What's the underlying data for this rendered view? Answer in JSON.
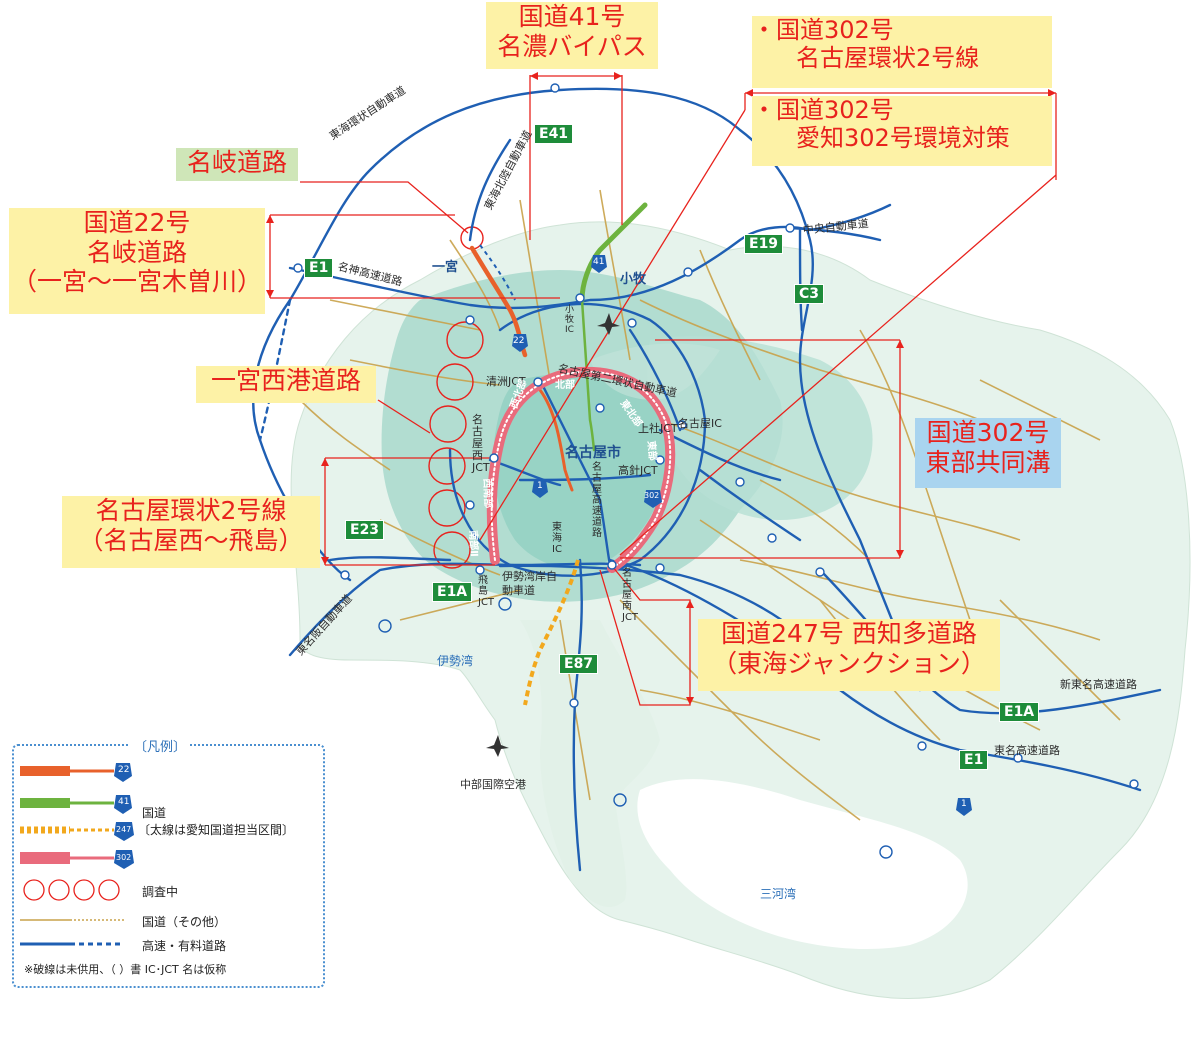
{
  "callouts": {
    "r41_line1": "国道41号",
    "r41_line2": "名濃バイパス",
    "r302_a_line1": "・国道302号",
    "r302_a_line2": "名古屋環状2号線",
    "r302_b_line1": "・国道302号",
    "r302_b_line2": "愛知302号環境対策",
    "meigi": "名岐道路",
    "r22_line1": "国道22号",
    "r22_line2": "名岐道路",
    "r22_line3": "（一宮〜一宮木曽川）",
    "ichinomiya_nishiko": "一宮西港道路",
    "r302_east_line1": "国道302号",
    "r302_east_line2": "東部共同溝",
    "loop2_line1": "名古屋環状2号線",
    "loop2_line2": "（名古屋西〜飛島）",
    "r247_line1": "国道247号  西知多道路",
    "r247_line2": "（東海ジャンクション）"
  },
  "road_tags": {
    "e41": "E41",
    "e19": "E19",
    "e1_west": "E1",
    "c3": "C3",
    "e23": "E23",
    "e1a_west": "E1A",
    "e87": "E87",
    "e1a_east": "E1A",
    "e1_east": "E1"
  },
  "map_labels": {
    "tokai_kanjo": "東海環状自動車道",
    "tokai_hokuriku": "東海北陸自動車道",
    "meishin": "名神高速道路",
    "ichinomiya": "一宮",
    "komaki": "小牧",
    "chuo": "中央自動車道",
    "komaki_ic": "小牧IC",
    "kiyosu_jct": "清洲JCT",
    "nagoya_daini": "名古屋第二環状自動車道",
    "nagoya_ic": "名古屋IC",
    "kamiyashiro_jct": "上社JCT",
    "takabari_jct": "高針JCT",
    "nagoya_city": "名古屋市",
    "nagoya_west_jct": "名古屋西JCT",
    "nagoya_kosoku": "名古屋高速道路",
    "tokai_ic": "東海IC",
    "ise_wangan": "伊勢湾岸自動車道",
    "tobishima_jct": "飛島JCT",
    "nagoya_minami_jct": "名古屋南JCT",
    "higashi_meihan": "東名阪自動車道",
    "ise_bay": "伊勢湾",
    "shin_tomei": "新東名高速道路",
    "tomei": "東名高速道路",
    "centrair": "中部国際空港",
    "mikawa_bay": "三河湾",
    "ring_north": "北部",
    "ring_northeast": "東北部",
    "ring_east": "東部",
    "ring_northwest": "西北部",
    "ring_southwest": "西南部",
    "ring_south": "南部Ⅱ",
    "shield_22": "22",
    "shield_41": "41",
    "shield_302": "302",
    "shield_1a": "1",
    "shield_1b": "1"
  },
  "legend": {
    "title": "〔凡例〕",
    "shield_22": "22",
    "shield_41": "41",
    "shield_247": "247",
    "shield_302": "302",
    "national_road": "国道",
    "national_note": "〔太線は愛知国道担当区間〕",
    "survey": "調査中",
    "other_national": "国道（その他）",
    "expressway": "高速・有料道路",
    "note": "※破線は未供用、（  ）書 IC･JCT 名は仮称"
  },
  "colors": {
    "callout_text": "#e8221d",
    "callout_yellow": "#fdf2a6",
    "callout_green": "#cfe6b8",
    "callout_blue": "#a9d4ef",
    "expressway": "#1f5fb3",
    "national_other": "#c9a24a",
    "r22": "#e8612b",
    "r41": "#6db33f",
    "r247": "#f2a81d",
    "r302": "#e96b7c",
    "urban_area": "#9fd3c7",
    "sea": "#ffffff"
  }
}
